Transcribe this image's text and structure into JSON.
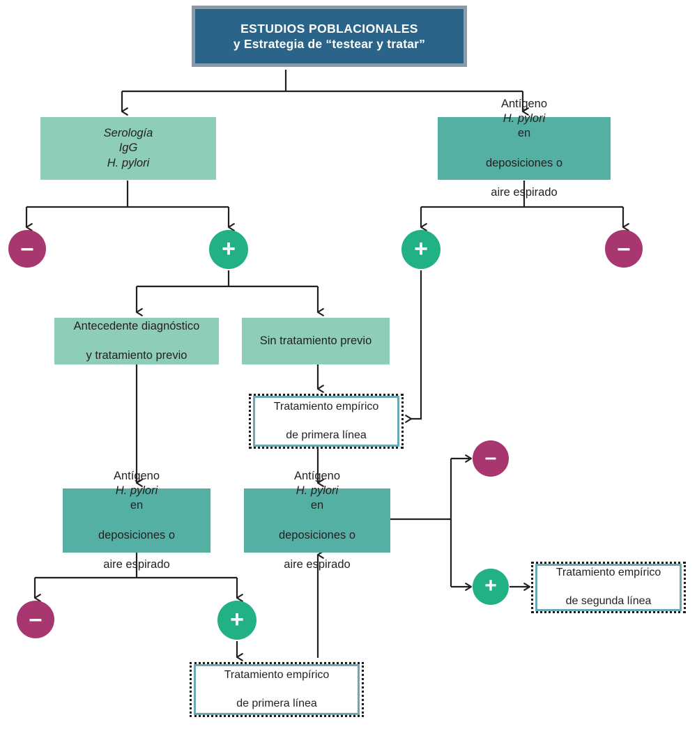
{
  "diagram": {
    "title": "ESTUDIOS POBLACIONALES y Estrategia de \"testear y tratar\"",
    "language": "es",
    "colors": {
      "title_fill": "#2b6489",
      "title_border": "#8a9aa8",
      "green_light": "#8ecdb6",
      "green_dark": "#55b0a4",
      "negative": "#a8376f",
      "positive": "#22b185",
      "dotted_border": "#1b1b1b",
      "dotted_inner_border": "#6aa8b5",
      "connector": "#231f20",
      "text": "#231f20"
    },
    "root": {
      "line1": "ESTUDIOS POBLACIONALES",
      "line2": "y Estrategia de “testear y tratar”"
    },
    "nodes": {
      "serologia": {
        "line1": "Serología",
        "line2": "IgG",
        "line3": "H. pylori"
      },
      "antigeno_top_right": {
        "line1_a": "Antígeno ",
        "line1_i": "H. pylori",
        "line1_b": " en",
        "line2": "deposiciones o",
        "line3": "aire espirado"
      },
      "antecedente": {
        "line1": "Antecedente diagnóstico",
        "line2": "y tratamiento previo"
      },
      "sin_tratamiento": {
        "line1": "Sin tratamiento previo"
      },
      "tratamiento_primera_mid": {
        "line1": "Tratamiento empírico",
        "line2": "de primera línea"
      },
      "antigeno_bottom_left": {
        "line1_a": "Antígeno ",
        "line1_i": "H. pylori",
        "line1_b": " en",
        "line2": "deposiciones o",
        "line3": "aire espirado"
      },
      "antigeno_bottom_mid": {
        "line1_a": "Antígeno ",
        "line1_i": "H. pylori",
        "line1_b": " en",
        "line2": "deposiciones o",
        "line3": "aire espirado"
      },
      "tratamiento_segunda": {
        "line1": "Tratamiento empírico",
        "line2": "de segunda línea"
      },
      "tratamiento_primera_bottom": {
        "line1": "Tratamiento empírico",
        "line2": "de primera línea"
      }
    },
    "badges": {
      "serologia_negative": {
        "symbol": "–",
        "meaning": "negative-result"
      },
      "serologia_positive": {
        "symbol": "+",
        "meaning": "positive-result"
      },
      "antigeno_top_positive": {
        "symbol": "+",
        "meaning": "positive-result"
      },
      "antigeno_top_negative": {
        "symbol": "–",
        "meaning": "negative-result"
      },
      "antigeno_bottom_left_negative": {
        "symbol": "–",
        "meaning": "negative-result"
      },
      "antigeno_bottom_left_positive": {
        "symbol": "+",
        "meaning": "positive-result"
      },
      "antigeno_bottom_mid_negative": {
        "symbol": "–",
        "meaning": "negative-result"
      },
      "antigeno_bottom_mid_positive": {
        "symbol": "+",
        "meaning": "positive-result"
      }
    }
  }
}
